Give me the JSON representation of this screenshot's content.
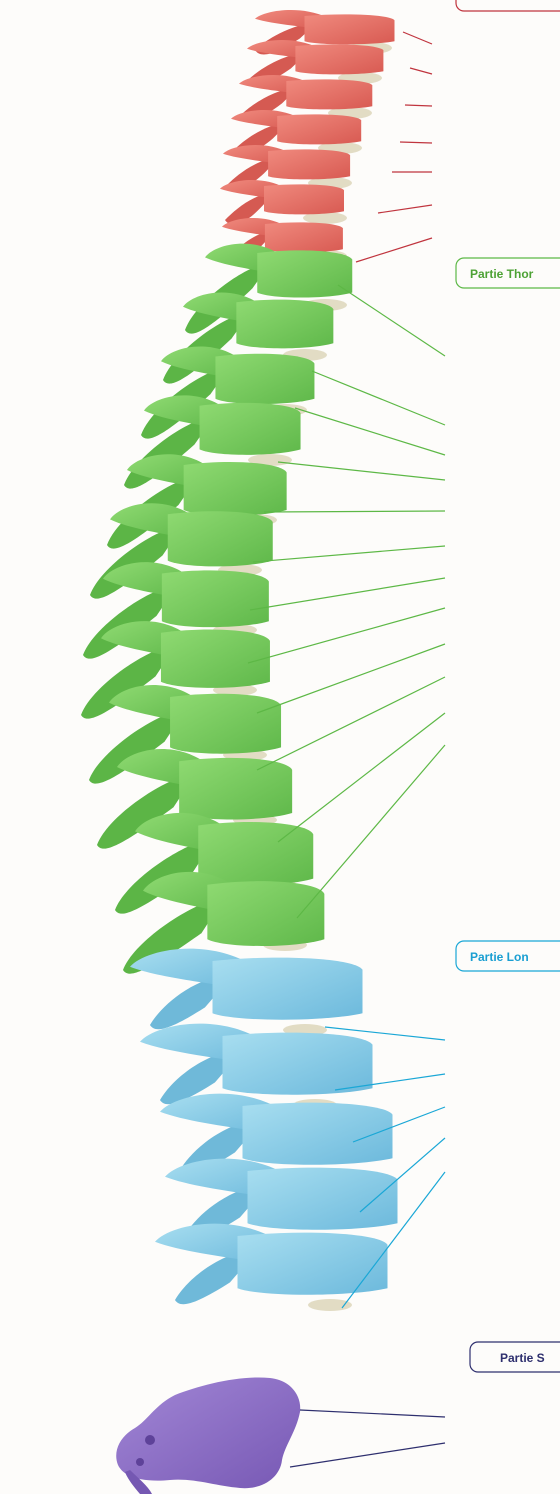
{
  "regions": {
    "cervical": {
      "label": "",
      "color": "#e86d63",
      "line_color": "#c0343e",
      "vertebrae": 7
    },
    "thoracic": {
      "label": "Partie Thor",
      "color": "#7acc5c",
      "line_color": "#5db846",
      "vertebrae": 12
    },
    "lumbar": {
      "label": "Partie Lon",
      "color": "#8fd0e8",
      "line_color": "#1aa7d6",
      "vertebrae": 5
    },
    "sacral": {
      "label": "Partie S",
      "color": "#8e71c4",
      "line_color": "#2e2f6e",
      "vertebrae": 2
    }
  },
  "colors": {
    "background": "#fdfcfa",
    "disc": "#e2dcc4",
    "thoracic_text": "#4da235",
    "lumbar_text": "#1a9fd2",
    "sacral_text": "#2e2f6e"
  }
}
